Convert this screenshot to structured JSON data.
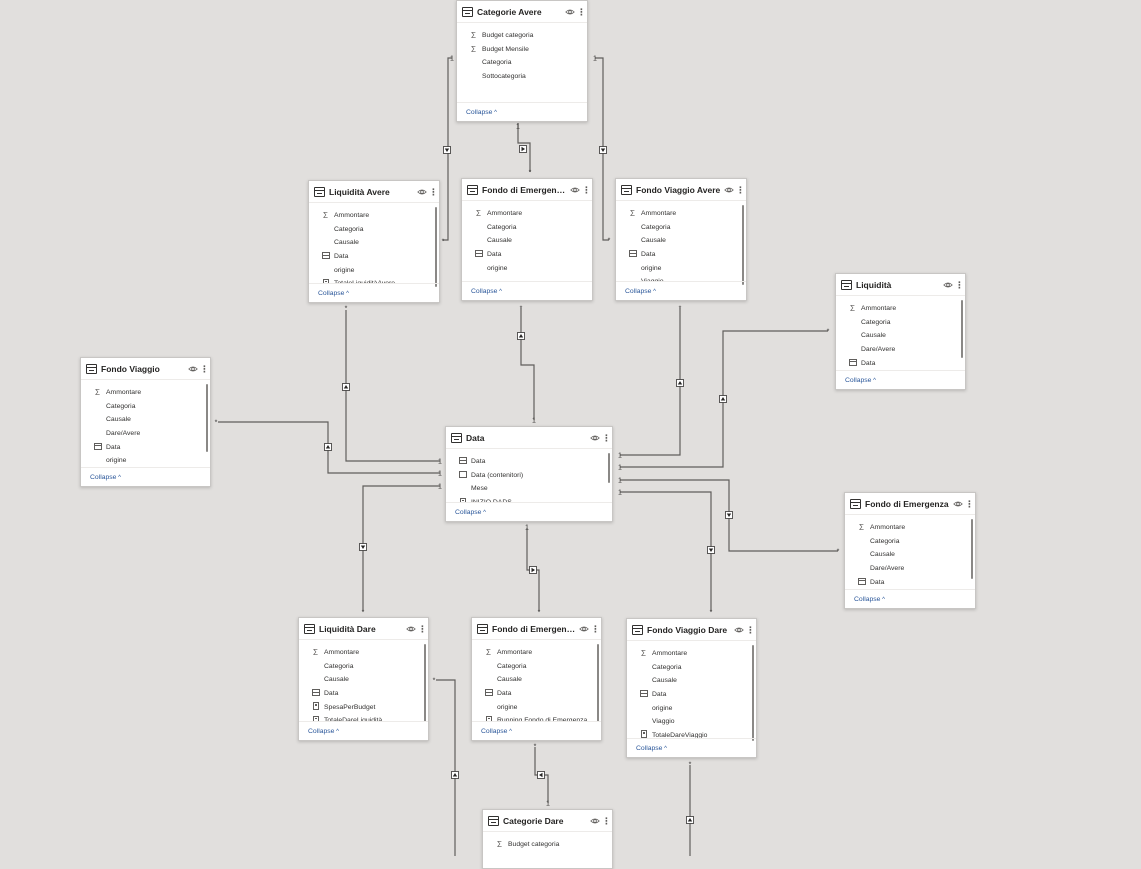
{
  "tables": [
    {
      "id": "categorie-avere",
      "title": "Categorie Avere",
      "collapse_label": "Collapse",
      "fields": [
        {
          "name": "Budget categoria",
          "type": "sum"
        },
        {
          "name": "Budget Mensile",
          "type": "sum"
        },
        {
          "name": "Categoria",
          "type": "text"
        },
        {
          "name": "Sottocategoria",
          "type": "text"
        }
      ]
    },
    {
      "id": "liquidita-avere",
      "title": "Liquidità Avere",
      "collapse_label": "Collapse",
      "fields": [
        {
          "name": "Ammontare",
          "type": "sum"
        },
        {
          "name": "Categoria",
          "type": "text"
        },
        {
          "name": "Causale",
          "type": "text"
        },
        {
          "name": "Data",
          "type": "date"
        },
        {
          "name": "origine",
          "type": "text"
        },
        {
          "name": "TotaleLiquiditàAvere",
          "type": "calc"
        }
      ]
    },
    {
      "id": "fondo-emergenza-avere",
      "title": "Fondo di Emergenza ...",
      "collapse_label": "Collapse",
      "fields": [
        {
          "name": "Ammontare",
          "type": "sum"
        },
        {
          "name": "Categoria",
          "type": "text"
        },
        {
          "name": "Causale",
          "type": "text"
        },
        {
          "name": "Data",
          "type": "date"
        },
        {
          "name": "origine",
          "type": "text"
        }
      ]
    },
    {
      "id": "fondo-viaggio-avere",
      "title": "Fondo Viaggio Avere",
      "collapse_label": "Collapse",
      "fields": [
        {
          "name": "Ammontare",
          "type": "sum"
        },
        {
          "name": "Categoria",
          "type": "text"
        },
        {
          "name": "Causale",
          "type": "text"
        },
        {
          "name": "Data",
          "type": "date"
        },
        {
          "name": "origine",
          "type": "text"
        },
        {
          "name": "Viaggio",
          "type": "text"
        }
      ]
    },
    {
      "id": "liquidita",
      "title": "Liquidità",
      "collapse_label": "Collapse",
      "fields": [
        {
          "name": "Ammontare",
          "type": "sum"
        },
        {
          "name": "Categoria",
          "type": "text"
        },
        {
          "name": "Causale",
          "type": "text"
        },
        {
          "name": "Dare/Avere",
          "type": "text"
        },
        {
          "name": "Data",
          "type": "date"
        }
      ]
    },
    {
      "id": "fondo-viaggio",
      "title": "Fondo Viaggio",
      "collapse_label": "Collapse",
      "fields": [
        {
          "name": "Ammontare",
          "type": "sum"
        },
        {
          "name": "Categoria",
          "type": "text"
        },
        {
          "name": "Causale",
          "type": "text"
        },
        {
          "name": "Dare/Avere",
          "type": "text"
        },
        {
          "name": "Data",
          "type": "date"
        },
        {
          "name": "origine",
          "type": "text"
        }
      ]
    },
    {
      "id": "data",
      "title": "Data",
      "collapse_label": "Collapse",
      "fields": [
        {
          "name": "Data",
          "type": "date"
        },
        {
          "name": "Data (contenitori)",
          "type": "key"
        },
        {
          "name": "Mese",
          "type": "text"
        },
        {
          "name": "INIZIO DADS",
          "type": "calc"
        }
      ]
    },
    {
      "id": "fondo-emergenza",
      "title": "Fondo di Emergenza",
      "collapse_label": "Collapse",
      "fields": [
        {
          "name": "Ammontare",
          "type": "sum"
        },
        {
          "name": "Categoria",
          "type": "text"
        },
        {
          "name": "Causale",
          "type": "text"
        },
        {
          "name": "Dare/Avere",
          "type": "text"
        },
        {
          "name": "Data",
          "type": "date"
        }
      ]
    },
    {
      "id": "liquidita-dare",
      "title": "Liquidità Dare",
      "collapse_label": "Collapse",
      "fields": [
        {
          "name": "Ammontare",
          "type": "sum"
        },
        {
          "name": "Categoria",
          "type": "text"
        },
        {
          "name": "Causale",
          "type": "text"
        },
        {
          "name": "Data",
          "type": "date"
        },
        {
          "name": "SpesaPerBudget",
          "type": "calc"
        },
        {
          "name": "TotaleDareLiquidità",
          "type": "calc"
        }
      ]
    },
    {
      "id": "fondo-emergenza-dare",
      "title": "Fondo di Emergenza ...",
      "collapse_label": "Collapse",
      "fields": [
        {
          "name": "Ammontare",
          "type": "sum"
        },
        {
          "name": "Categoria",
          "type": "text"
        },
        {
          "name": "Causale",
          "type": "text"
        },
        {
          "name": "Data",
          "type": "date"
        },
        {
          "name": "origine",
          "type": "text"
        },
        {
          "name": "Running Fondo di Emergenza",
          "type": "calc"
        }
      ]
    },
    {
      "id": "fondo-viaggio-dare",
      "title": "Fondo Viaggio Dare",
      "collapse_label": "Collapse",
      "fields": [
        {
          "name": "Ammontare",
          "type": "sum"
        },
        {
          "name": "Categoria",
          "type": "text"
        },
        {
          "name": "Causale",
          "type": "text"
        },
        {
          "name": "Data",
          "type": "date"
        },
        {
          "name": "origine",
          "type": "text"
        },
        {
          "name": "Viaggio",
          "type": "text"
        },
        {
          "name": "TotaleDareViaggio",
          "type": "calc"
        }
      ]
    },
    {
      "id": "categorie-dare",
      "title": "Categorie Dare",
      "collapse_label": "Collapse",
      "fields": [
        {
          "name": "Budget categoria",
          "type": "sum"
        }
      ]
    }
  ],
  "cardinality": {
    "one": "1",
    "many": "*"
  }
}
